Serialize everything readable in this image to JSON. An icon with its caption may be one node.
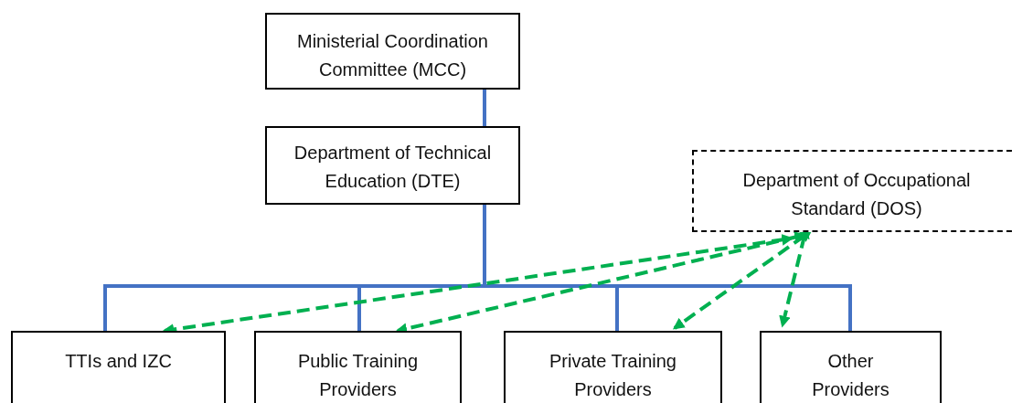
{
  "diagram": {
    "nodes": [
      {
        "text": [
          "Ministerial Coordination Committee (MCC)"
        ]
      },
      {
        "text": [
          "Department of Technical Education (DTE)"
        ]
      },
      {
        "text": [
          "Department of Occupational Standard (DOS)"
        ]
      },
      {
        "text": [
          "TTIs and IZC"
        ]
      },
      {
        "text": [
          "Public Training Providers"
        ]
      },
      {
        "text": [
          "Private Training Providers"
        ]
      },
      {
        "text": [
          "Other Providers"
        ]
      }
    ],
    "edges": [
      {
        "from": 0,
        "to": 1,
        "arrow": "none"
      },
      {
        "from": 1,
        "to": 3,
        "arrow": "none"
      },
      {
        "from": 1,
        "to": 4,
        "arrow": "none"
      },
      {
        "from": 1,
        "to": 5,
        "arrow": "none"
      },
      {
        "from": 1,
        "to": 6,
        "arrow": "none"
      },
      {
        "from": 2,
        "to": 3,
        "arrow": "both",
        "style": "dashed",
        "color": "#00b050"
      },
      {
        "from": 2,
        "to": 4,
        "arrow": "both",
        "style": "dashed",
        "color": "#00b050"
      },
      {
        "from": 2,
        "to": 5,
        "arrow": "both",
        "style": "dashed",
        "color": "#00b050"
      },
      {
        "from": 2,
        "to": 6,
        "arrow": "both",
        "style": "dashed",
        "color": "#00b050"
      }
    ]
  }
}
